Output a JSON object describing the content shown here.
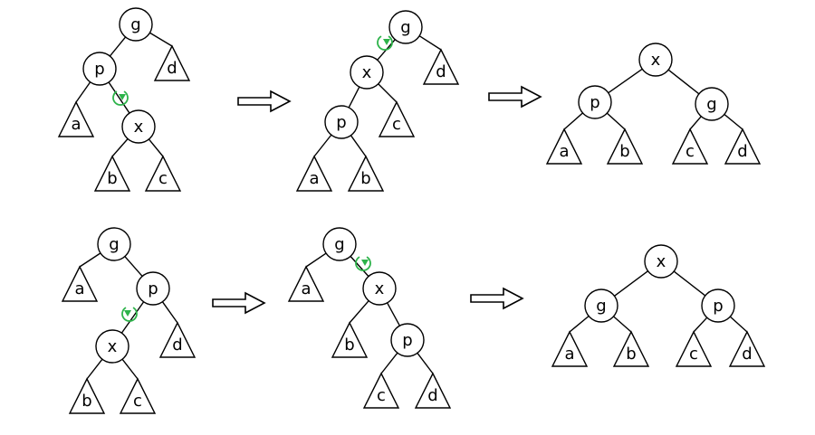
{
  "diagrams": [
    {
      "name": "zig-zag-left-right",
      "steps": [
        {
          "nodes": [
            [
              "g",
              "g"
            ],
            [
              "p",
              "p"
            ],
            [
              "x",
              "x"
            ]
          ],
          "subtrees": [
            [
              "a",
              "a"
            ],
            [
              "b",
              "b"
            ],
            [
              "c",
              "c"
            ],
            [
              "d",
              "d"
            ]
          ],
          "edges": [
            [
              "g",
              "p"
            ],
            [
              "g",
              "d"
            ],
            [
              "p",
              "a"
            ],
            [
              "p",
              "x"
            ],
            [
              "x",
              "b"
            ],
            [
              "x",
              "c"
            ]
          ],
          "rotation_marker": "between p and x"
        },
        {
          "nodes": [
            [
              "g",
              "g"
            ],
            [
              "x",
              "x"
            ],
            [
              "p",
              "p"
            ]
          ],
          "subtrees": [
            [
              "d",
              "d"
            ],
            [
              "c",
              "c"
            ],
            [
              "a",
              "a"
            ],
            [
              "b",
              "b"
            ]
          ],
          "edges": [
            [
              "g",
              "x"
            ],
            [
              "g",
              "d"
            ],
            [
              "x",
              "p"
            ],
            [
              "x",
              "c"
            ],
            [
              "p",
              "a"
            ],
            [
              "p",
              "b"
            ]
          ],
          "rotation_marker": "between g and x"
        },
        {
          "nodes": [
            [
              "x",
              "x"
            ],
            [
              "p",
              "p"
            ],
            [
              "g",
              "g"
            ]
          ],
          "subtrees": [
            [
              "a",
              "a"
            ],
            [
              "b",
              "b"
            ],
            [
              "c",
              "c"
            ],
            [
              "d",
              "d"
            ]
          ],
          "edges": [
            [
              "x",
              "p"
            ],
            [
              "x",
              "g"
            ],
            [
              "p",
              "a"
            ],
            [
              "p",
              "b"
            ],
            [
              "g",
              "c"
            ],
            [
              "g",
              "d"
            ]
          ]
        }
      ]
    },
    {
      "name": "zig-zag-right-left",
      "steps": [
        {
          "nodes": [
            [
              "g",
              "g"
            ],
            [
              "p",
              "p"
            ],
            [
              "x",
              "x"
            ]
          ],
          "subtrees": [
            [
              "a",
              "a"
            ],
            [
              "d",
              "d"
            ],
            [
              "b",
              "b"
            ],
            [
              "c",
              "c"
            ]
          ],
          "edges": [
            [
              "g",
              "a"
            ],
            [
              "g",
              "p"
            ],
            [
              "p",
              "x"
            ],
            [
              "p",
              "d"
            ],
            [
              "x",
              "b"
            ],
            [
              "x",
              "c"
            ]
          ],
          "rotation_marker": "between p and x"
        },
        {
          "nodes": [
            [
              "g",
              "g"
            ],
            [
              "x",
              "x"
            ],
            [
              "p",
              "p"
            ]
          ],
          "subtrees": [
            [
              "a",
              "a"
            ],
            [
              "b",
              "b"
            ],
            [
              "c",
              "c"
            ],
            [
              "d",
              "d"
            ]
          ],
          "edges": [
            [
              "g",
              "a"
            ],
            [
              "g",
              "x"
            ],
            [
              "x",
              "b"
            ],
            [
              "x",
              "p"
            ],
            [
              "p",
              "c"
            ],
            [
              "p",
              "d"
            ]
          ],
          "rotation_marker": "between g and x"
        },
        {
          "nodes": [
            [
              "x",
              "x"
            ],
            [
              "g",
              "g"
            ],
            [
              "p",
              "p"
            ]
          ],
          "subtrees": [
            [
              "a",
              "a"
            ],
            [
              "b",
              "b"
            ],
            [
              "c",
              "c"
            ],
            [
              "d",
              "d"
            ]
          ],
          "edges": [
            [
              "x",
              "g"
            ],
            [
              "x",
              "p"
            ],
            [
              "g",
              "a"
            ],
            [
              "g",
              "b"
            ],
            [
              "p",
              "c"
            ],
            [
              "p",
              "d"
            ]
          ]
        }
      ]
    }
  ],
  "colors": {
    "stroke": "#000000",
    "fill": "#ffffff",
    "rotation_marker": "#2db34a"
  },
  "icons": {
    "transition_arrow": "right-arrow-icon",
    "rotation_marker": "rotate-arrow-icon"
  }
}
